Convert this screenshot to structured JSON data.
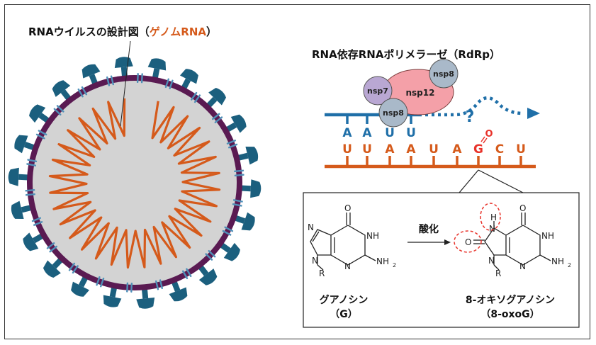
{
  "virus": {
    "title_prefix": "RNAウイルスの設計図（",
    "title_highlight": "ゲノムRNA",
    "title_suffix": "）"
  },
  "rdrp": {
    "title": "RNA依存RNAポリメラーゼ（RdRp）",
    "subunits": [
      "nsp7",
      "nsp12",
      "nsp8",
      "nsp8"
    ],
    "unknown_mark": "?"
  },
  "rna": {
    "new_strand": [
      "A",
      "A",
      "U",
      "U"
    ],
    "template_strand": [
      "U",
      "U",
      "A",
      "A",
      "U",
      "A",
      "G",
      "C",
      "U"
    ],
    "oxidized_base": "G",
    "oxo_mark": "O"
  },
  "reaction": {
    "arrow_label": "酸化",
    "left_name": "グアノシン",
    "left_abbr": "（G）",
    "right_name": "8-オキソグアノシン",
    "right_abbr": "（8-oxoG）",
    "struct_labels": {
      "O": "O",
      "NH": "NH",
      "NH2": "NH",
      "N": "N",
      "R": "R",
      "H": "H",
      "two": "2"
    }
  },
  "colors": {
    "orange": "#d55a1b",
    "blue": "#1f6fa8",
    "teal": "#1b5f7e",
    "envelope": "#5a1a52",
    "red": "#e8322a",
    "nsp12": "#f4a0a8",
    "nsp7": "#b9a7d3",
    "nsp8": "#a9b9c9"
  }
}
